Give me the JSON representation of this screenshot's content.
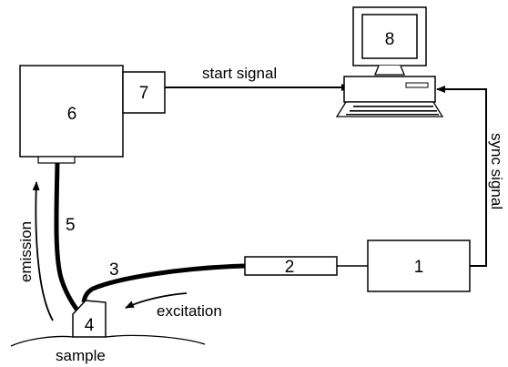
{
  "components": {
    "c1": "1",
    "c2": "2",
    "c3": "3",
    "c4": "4",
    "c5": "5",
    "c6": "6",
    "c7": "7",
    "c8": "8"
  },
  "labels": {
    "start_signal": "start signal",
    "sync_signal": "sync signal",
    "emission": "emission",
    "excitation": "excitation",
    "sample": "sample"
  }
}
